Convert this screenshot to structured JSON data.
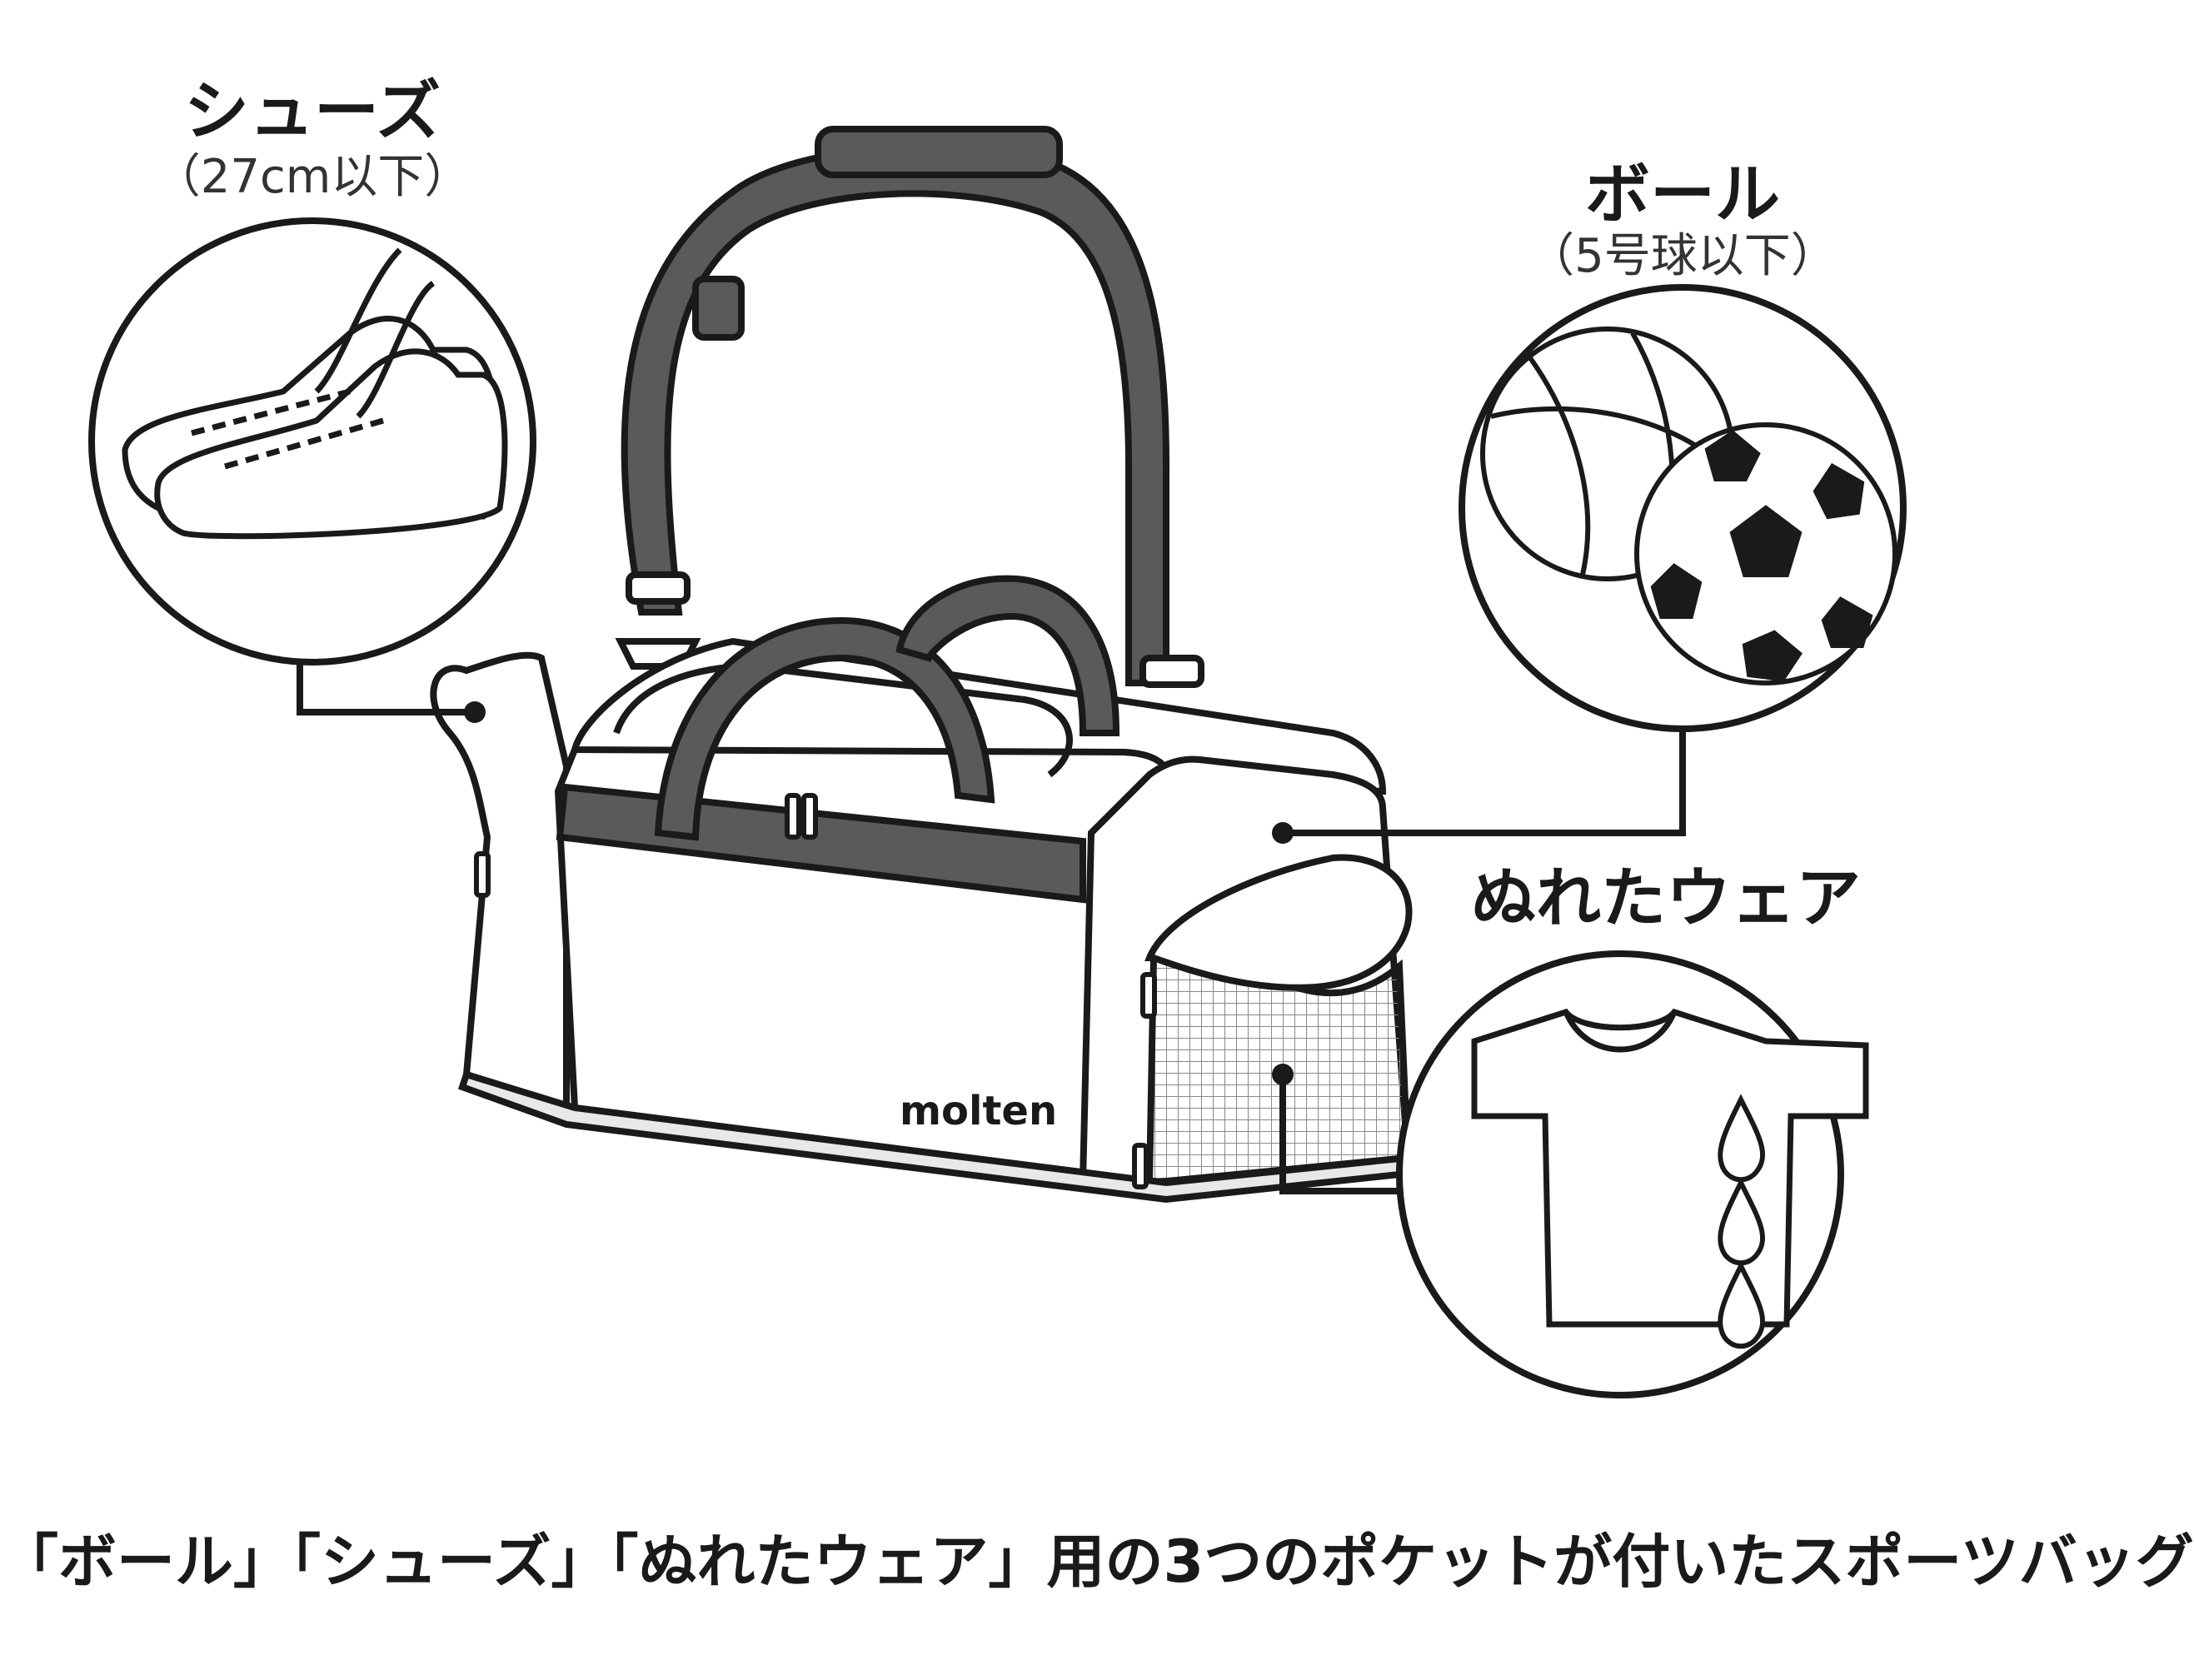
{
  "labels": {
    "shoes": {
      "title": "シューズ",
      "sub": "（27cm以下）"
    },
    "ball": {
      "title": "ボール",
      "sub": "（5号球以下）"
    },
    "wear": {
      "title": "ぬれたウェア"
    }
  },
  "brand": "molten",
  "caption": "「ボール」「シューズ」「ぬれたウェア」用の3つのポケットが付いたスポーツバッグ",
  "colors": {
    "line": "#1a1a1a",
    "strap": "#555555",
    "bag_fill": "#ffffff",
    "mesh": "#888888"
  }
}
